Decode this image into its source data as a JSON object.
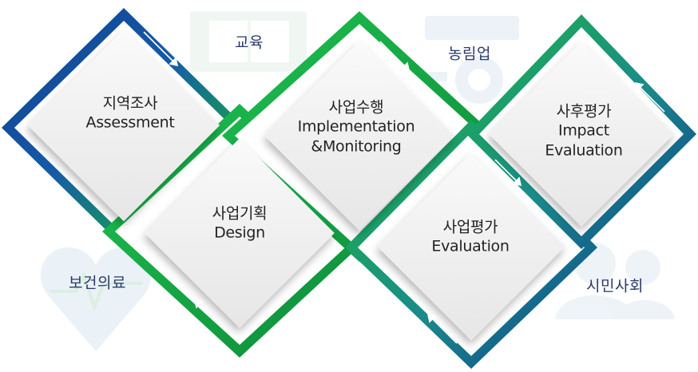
{
  "colors": {
    "green": "#1db34a",
    "green_dark": "#0d8a3a",
    "blue": "#0f3f8c",
    "blue_light": "#3f7ec0",
    "card": "#f1f1f1",
    "sector_text": "#2a3a6a",
    "sector_icon": "#e3ecf3"
  },
  "sectors": {
    "education": {
      "label": "교육",
      "icon": "book-icon"
    },
    "agriculture": {
      "label": "농림업",
      "icon": "tractor-icon"
    },
    "health": {
      "label": "보건의료",
      "icon": "heart-pulse-icon"
    },
    "civil": {
      "label": "시민사회",
      "icon": "people-icon"
    }
  },
  "steps": [
    {
      "ko": "지역조사",
      "en": [
        "Assessment"
      ]
    },
    {
      "ko": "사업기획",
      "en": [
        "Design"
      ]
    },
    {
      "ko": "사업수행",
      "en": [
        "Implementation",
        "&Monitoring"
      ]
    },
    {
      "ko": "사업평가",
      "en": [
        "Evaluation"
      ]
    },
    {
      "ko": "사후평가",
      "en": [
        "Impact",
        "Evaluation"
      ]
    }
  ]
}
